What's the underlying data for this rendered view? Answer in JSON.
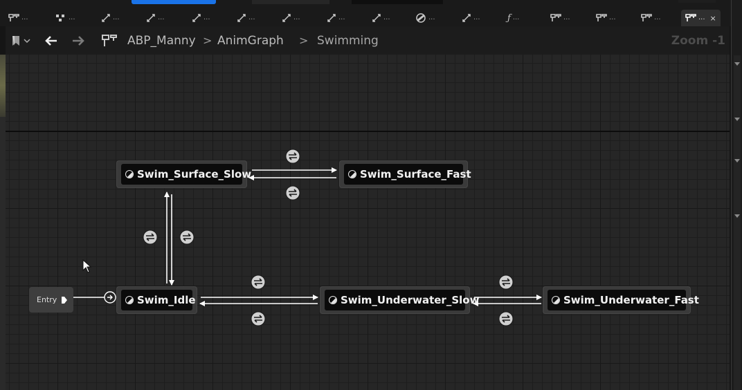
{
  "tabs": [
    {
      "label": "...",
      "icon": "state-machine-icon"
    },
    {
      "label": "...",
      "icon": "blend-graph-icon"
    },
    {
      "label": "...",
      "icon": "transition-icon"
    },
    {
      "label": "...",
      "icon": "transition-icon"
    },
    {
      "label": "...",
      "icon": "transition-icon"
    },
    {
      "label": "...",
      "icon": "transition-icon"
    },
    {
      "label": "...",
      "icon": "transition-icon"
    },
    {
      "label": "...",
      "icon": "transition-icon"
    },
    {
      "label": "...",
      "icon": "transition-icon"
    },
    {
      "label": "...",
      "icon": "state-icon"
    },
    {
      "label": "...",
      "icon": "transition-icon"
    },
    {
      "label": "...",
      "icon": "function-icon"
    },
    {
      "label": "...",
      "icon": "state-machine-icon"
    },
    {
      "label": "...",
      "icon": "state-machine-icon"
    },
    {
      "label": "...",
      "icon": "state-machine-icon"
    },
    {
      "label": "...",
      "icon": "state-machine-icon",
      "active": true,
      "close": "×"
    }
  ],
  "breadcrumb": {
    "items": [
      "ABP_Manny",
      "AnimGraph",
      "Swimming"
    ],
    "separators": [
      ">",
      ">"
    ]
  },
  "zoom": "Zoom -1",
  "entry": {
    "label": "Entry"
  },
  "states": {
    "surface_slow": "Swim_Surface_Slow",
    "surface_fast": "Swim_Surface_Fast",
    "idle": "Swim_Idle",
    "underwater_slow": "Swim_Underwater_Slow",
    "underwater_fast": "Swim_Underwater_Fast"
  },
  "colors": {
    "accent": "#1a73e8",
    "wire": "#ffffff",
    "node": "#3a3a3a",
    "node_inner": "#0b0b0b",
    "graph_bg": "#262626"
  }
}
